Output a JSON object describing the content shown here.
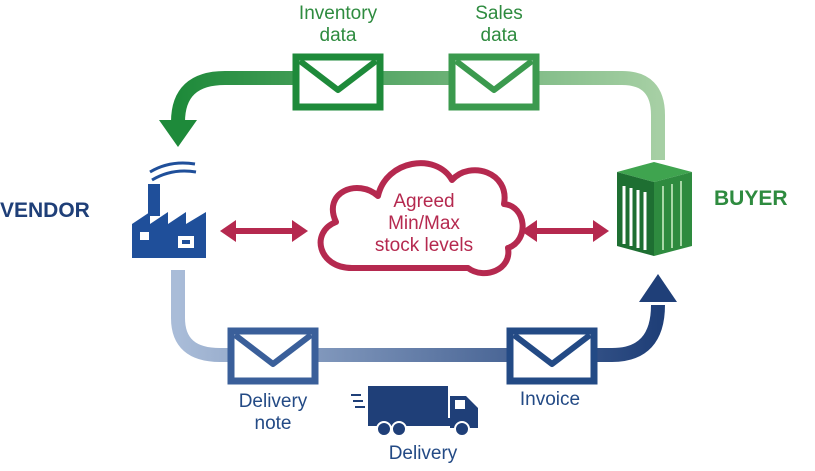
{
  "labels": {
    "inventory_data": "Inventory\ndata",
    "sales_data": "Sales\ndata",
    "vendor": "VENDOR",
    "buyer": "BUYER",
    "agreement": "Agreed\nMin/Max\nstock levels",
    "delivery_note": "Delivery\nnote",
    "invoice": "Invoice",
    "delivery": "Delivery"
  },
  "colors": {
    "green_dark": "#1e8a3a",
    "green_light": "#a6cfa4",
    "blue_dark": "#1f3f78",
    "blue_light": "#a9bcd8",
    "crimson": "#b5294f",
    "vendor_blue": "#1f4f9a"
  },
  "icons": {
    "vendor": "factory-icon",
    "buyer": "warehouse-icon",
    "delivery": "truck-icon",
    "documents": "envelope-icon"
  }
}
